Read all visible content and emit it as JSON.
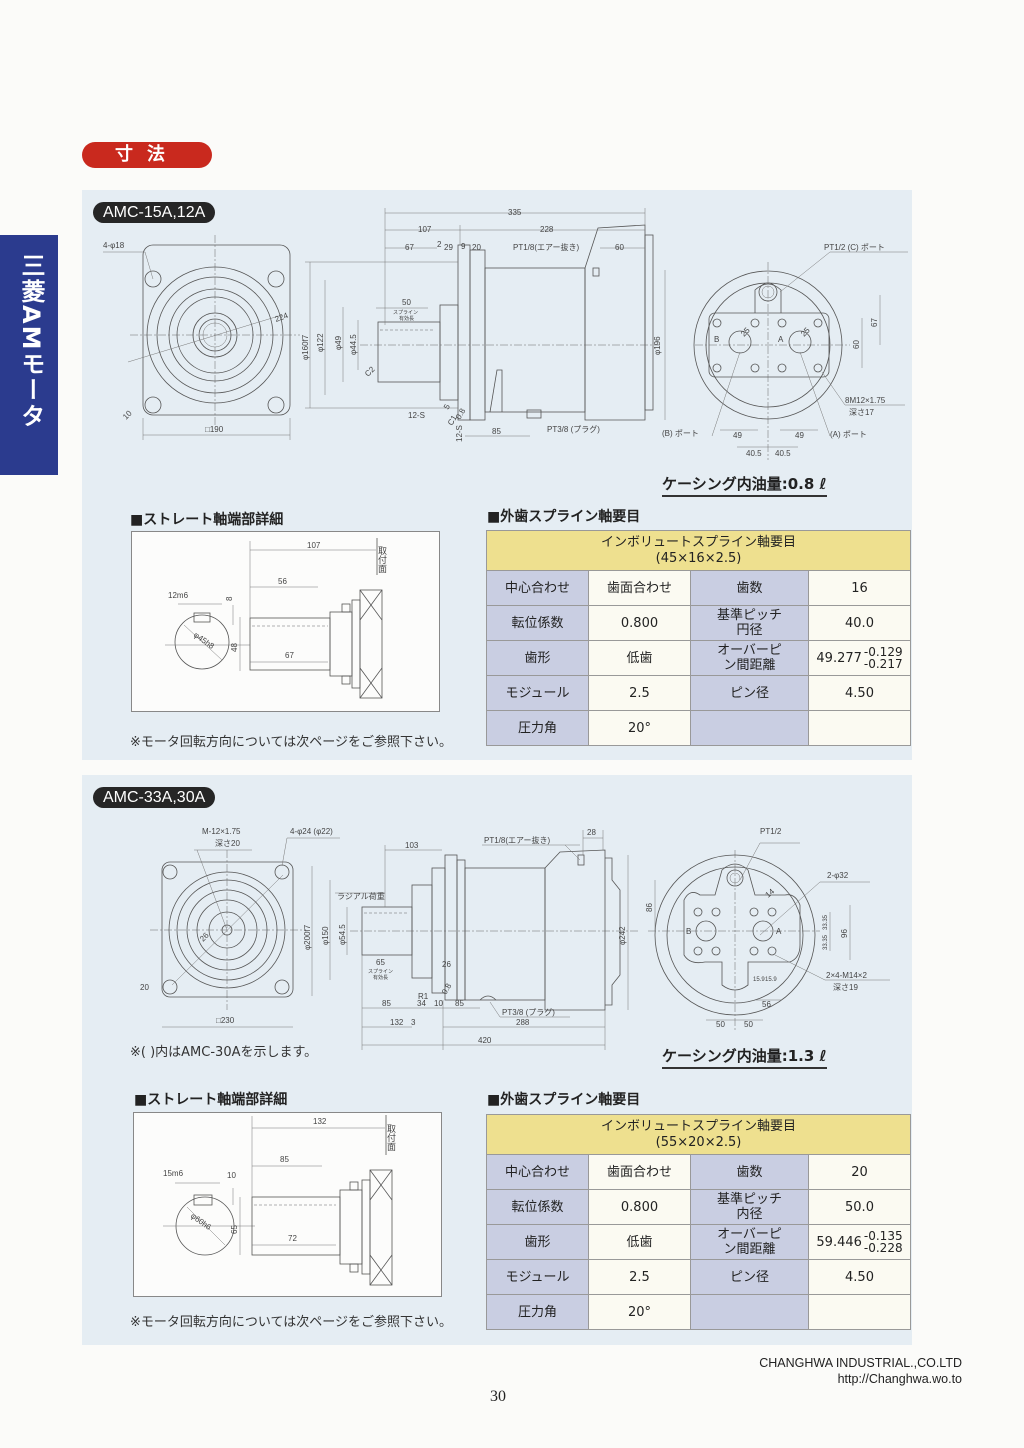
{
  "side_tab": "三菱AMモータ",
  "section_title": "寸法",
  "s1": {
    "model": "AMC-15A,12A",
    "front": [
      "4-φ18",
      "224",
      "10",
      "□190"
    ],
    "side": [
      "335",
      "107",
      "228",
      "67",
      "2",
      "29",
      "9",
      "20",
      "PT1/8(エアー抜き)",
      "60",
      "φ160f7",
      "φ122",
      "φ49",
      "φ44.5",
      "50",
      "スプライン",
      "有効長",
      "C2",
      "12-S",
      "5",
      "C1",
      "0.8",
      "12-S",
      "85",
      "PT3/8 (プラグ)"
    ],
    "rear": [
      "PT1/2 (C) ポート",
      "φ196",
      "67",
      "60",
      "25",
      "25",
      "B",
      "A",
      "8M12×1.75",
      "深さ17",
      "(B) ポート",
      "(A) ポート",
      "49",
      "49",
      "40.5",
      "40.5"
    ],
    "oil": "ケーシング内油量:0.8 ℓ",
    "detail_heading": "■ストレート軸端部詳細",
    "detail": [
      "107",
      "取付面",
      "56",
      "12m6",
      "8",
      "φ45h8",
      "48",
      "67"
    ],
    "detail_note": "※モータ回転方向については次ページをご参照下さい。",
    "spline_heading": "■外歯スプライン軸要目",
    "table": {
      "title": "インボリュートスプライン軸要目",
      "subtitle": "(45×16×2.5)",
      "rows": [
        [
          "中心合わせ",
          "歯面合わせ",
          "歯数",
          "16"
        ],
        [
          "転位係数",
          "0.800",
          "基準ピッチ円径",
          "40.0"
        ],
        [
          "歯形",
          "低歯",
          "オーバーピン間距離",
          "49.277"
        ],
        [
          "モジュール",
          "2.5",
          "ピン径",
          "4.50"
        ],
        [
          "圧力角",
          "20°",
          "",
          ""
        ]
      ],
      "tolerance": {
        "upper": "-0.129",
        "lower": "-0.217"
      }
    }
  },
  "s2": {
    "model": "AMC-33A,30A",
    "front": [
      "M-12×1.75",
      "深さ20",
      "4-φ24 (φ22)",
      "26",
      "20",
      "□230"
    ],
    "side": [
      "103",
      "ラジアル荷重",
      "φ200f7",
      "φ150",
      "φ54.5",
      "65",
      "スプライン",
      "有効長",
      "R1",
      "26",
      "0.8",
      "85",
      "34",
      "10",
      "85",
      "132",
      "3",
      "288",
      "420",
      "PT1/8(エアー抜き)",
      "28",
      "PT3/8 (プラグ)",
      "φ242"
    ],
    "rear": [
      "PT1/2",
      "2-φ32",
      "14",
      "86",
      "96",
      "33.35",
      "33.35",
      "15.9",
      "15.9",
      "56",
      "50",
      "50",
      "2×4-M14×2",
      "深さ19",
      "B",
      "A"
    ],
    "model_note": "※( )内はAMC-30Aを示します。",
    "oil": "ケーシング内油量:1.3 ℓ",
    "detail_heading": "■ストレート軸端部詳細",
    "detail": [
      "132",
      "取付面",
      "85",
      "15m6",
      "10",
      "φ60h6",
      "65",
      "72"
    ],
    "detail_note": "※モータ回転方向については次ページをご参照下さい。",
    "spline_heading": "■外歯スプライン軸要目",
    "table": {
      "title": "インボリュートスプライン軸要目",
      "subtitle": "(55×20×2.5)",
      "rows": [
        [
          "中心合わせ",
          "歯面合わせ",
          "歯数",
          "20"
        ],
        [
          "転位係数",
          "0.800",
          "基準ピッチ内径",
          "50.0"
        ],
        [
          "歯形",
          "低歯",
          "オーバーピン間距離",
          "59.446"
        ],
        [
          "モジュール",
          "2.5",
          "ピン径",
          "4.50"
        ],
        [
          "圧力角",
          "20°",
          "",
          ""
        ]
      ],
      "tolerance": {
        "upper": "-0.135",
        "lower": "-0.228"
      }
    }
  },
  "footer": {
    "company": "CHANGHWA INDUSTRIAL.,CO.LTD",
    "url": "http://Changhwa.wo.to",
    "page_number": "30"
  },
  "colors": {
    "side_tab": "#2b3b8e",
    "title_pill": "#c9291e",
    "panel": "#e5edf3",
    "table_header": "#eee08f",
    "table_label": "#c9cee2"
  }
}
